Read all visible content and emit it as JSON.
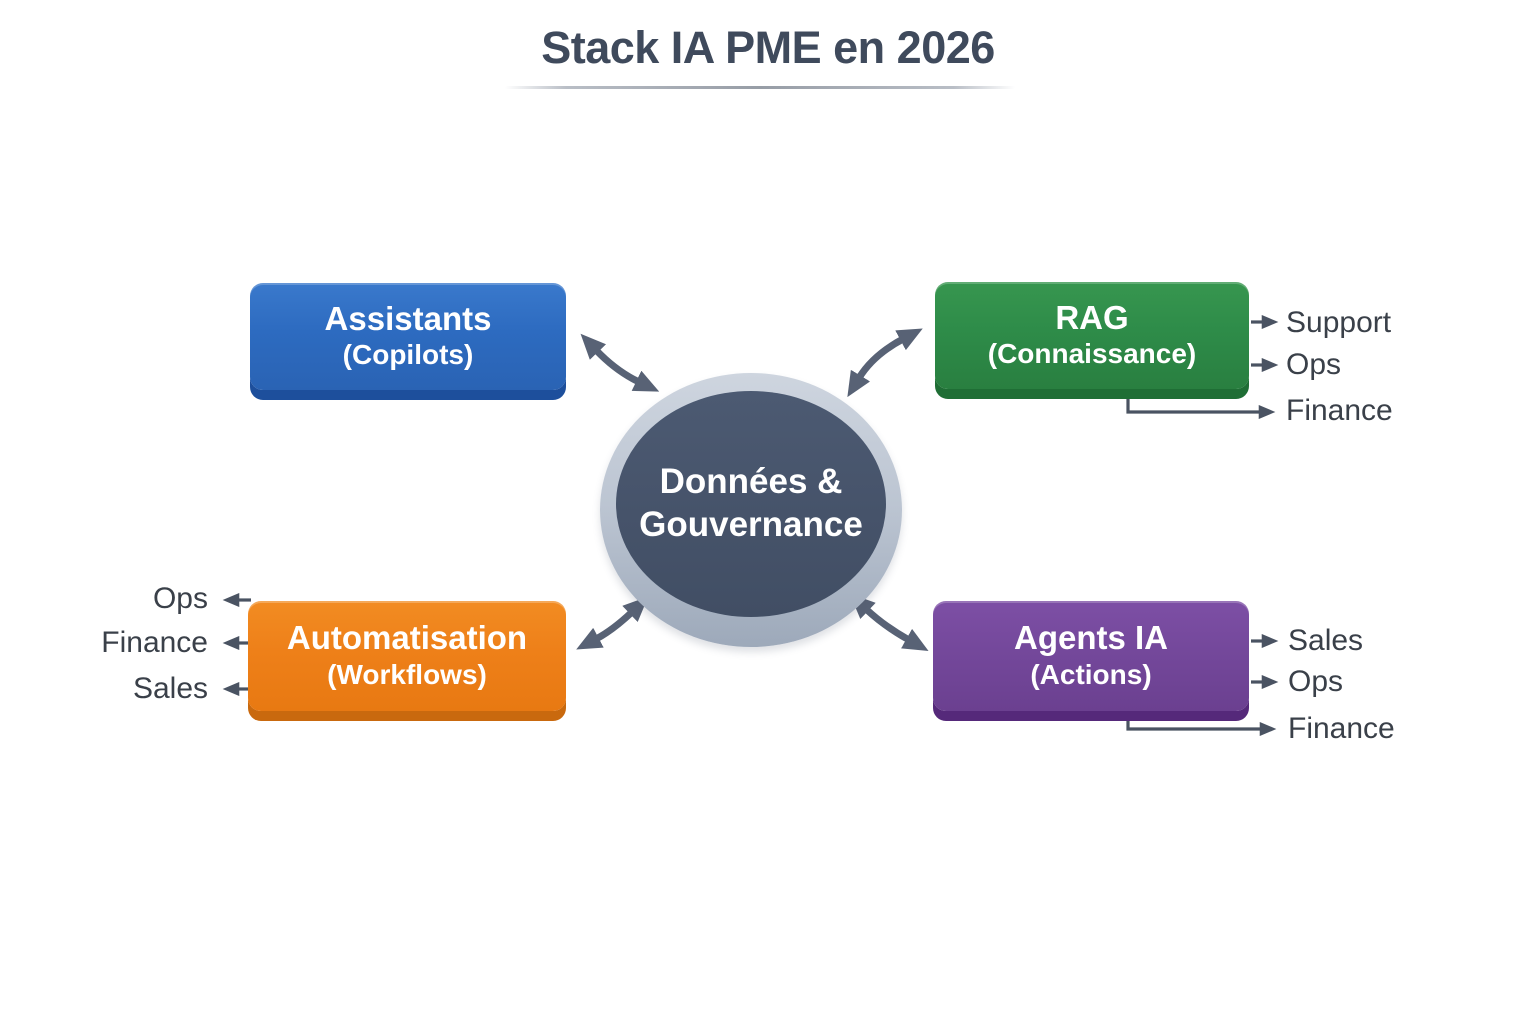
{
  "title": "Stack IA PME en 2026",
  "hub": {
    "line1": "Données &",
    "line2": "Gouvernance"
  },
  "nodes": {
    "assistants": {
      "title": "Assistants",
      "subtitle": "(Copilots)",
      "color": "#2d6bc0"
    },
    "rag": {
      "title": "RAG",
      "subtitle": "(Connaissance)",
      "color": "#2e8c49",
      "outputs": [
        "Support",
        "Ops",
        "Finance"
      ]
    },
    "automatisation": {
      "title": "Automatisation",
      "subtitle": "(Workflows)",
      "color": "#ee8019",
      "outputs": [
        "Ops",
        "Finance",
        "Sales"
      ]
    },
    "agents": {
      "title": "Agents IA",
      "subtitle": "(Actions)",
      "color": "#74489b",
      "outputs": [
        "Sales",
        "Ops",
        "Finance"
      ]
    }
  },
  "colors": {
    "hub_fill": "#46536a",
    "hub_ring": "#b9c3d1",
    "double_arrow": "#586275",
    "connector_arrow": "#4a5362",
    "label_text": "#3a4049",
    "title_text": "#3f4a5c"
  }
}
